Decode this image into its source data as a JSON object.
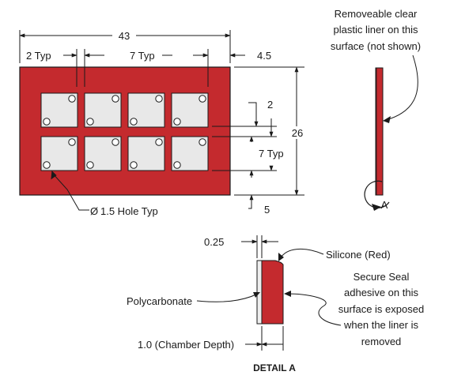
{
  "colors": {
    "silicone": "#c42a2e",
    "well": "#e8e8e8",
    "hole": "#ffffff",
    "line": "#1a1a1a",
    "polycarbonate": "#eeeeee"
  },
  "front_view": {
    "overall_width": "43",
    "well_gap": "2 Typ",
    "well_width": "7 Typ",
    "right_margin": "4.5",
    "top_gap": "2",
    "well_height": "7 Typ",
    "overall_height": "26",
    "bottom_margin": "5",
    "hole_callout": "1.5 Hole Typ",
    "diameter_symbol": "Ø"
  },
  "side_view": {
    "liner_note": [
      "Removeable clear",
      "plastic liner on this",
      "surface (not shown)"
    ],
    "detail_marker": "A"
  },
  "detail_a": {
    "title": "DETAIL A",
    "polycarbonate_thickness": "0.25",
    "silicone_label": "Silicone (Red)",
    "polycarbonate_label": "Polycarbonate",
    "chamber_depth": "1.0 (Chamber Depth)",
    "adhesive_note": [
      "Secure Seal",
      "adhesive on this",
      "surface is exposed",
      "when the liner is",
      "removed"
    ]
  }
}
